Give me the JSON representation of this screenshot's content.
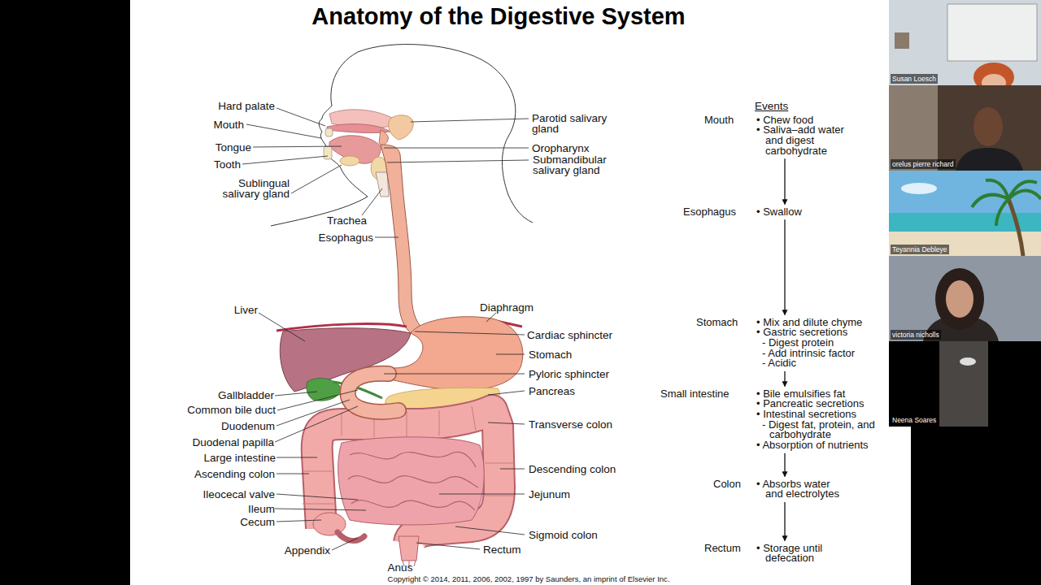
{
  "diagram": {
    "title": "Anatomy of the Digestive System",
    "caption": "Copyright © 2014, 2011, 2006, 2002, 1997 by Saunders, an imprint of Elsevier Inc.",
    "nodes": [
      {
        "text": [
          "Mouth",
          "• Chew food",
          "• Saliva–add water and digest carbohydrate"
        ]
      },
      {
        "text": [
          "Esophagus",
          "• Swallow"
        ]
      },
      {
        "text": [
          "Stomach",
          "• Mix and dilute chyme",
          "• Gastric secretions",
          "- Digest protein",
          "- Add intrinsic factor",
          "- Acidic"
        ]
      },
      {
        "text": [
          "Small intestine",
          "• Bile emulsifies fat",
          "• Pancreatic secretions",
          "• Intestinal secretions",
          "- Digest fat, protein, and carbohydrate",
          "• Absorption of nutrients"
        ]
      },
      {
        "text": [
          "Colon",
          "• Absorbs water and electrolytes"
        ]
      },
      {
        "text": [
          "Rectum",
          "• Storage until defecation"
        ]
      },
      {
        "text": [
          "Susan Loesch"
        ]
      },
      {
        "text": [
          "orelus pierre richard"
        ]
      },
      {
        "text": [
          "Teyannia Debleye"
        ]
      },
      {
        "text": [
          "victoria nicholls"
        ]
      },
      {
        "text": [
          "Neena Soares"
        ]
      }
    ],
    "edges": [
      {
        "from": 0,
        "to": 1,
        "arrow": "to"
      },
      {
        "from": 1,
        "to": 2,
        "arrow": "to"
      },
      {
        "from": 2,
        "to": 3,
        "arrow": "to"
      },
      {
        "from": 3,
        "to": 4,
        "arrow": "to"
      },
      {
        "from": 4,
        "to": 5,
        "arrow": "to"
      }
    ],
    "labels": [
      "Hard palate",
      "Mouth",
      "Tongue",
      "Tooth",
      "Sublingual salivary gland",
      "Trachea",
      "Esophagus",
      "Parotid salivary gland",
      "Oropharynx",
      "Submandibular salivary gland",
      "Liver",
      "Diaphragm",
      "Cardiac sphincter",
      "Stomach",
      "Pyloric sphincter",
      "Pancreas",
      "Gallbladder",
      "Common bile duct",
      "Duodenum",
      "Duodenal papilla",
      "Large intestine",
      "Ascending colon",
      "Ileocecal valve",
      "Ileum",
      "Cecum",
      "Appendix",
      "Anus",
      "Transverse colon",
      "Descending colon",
      "Jejunum",
      "Sigmoid colon",
      "Rectum",
      "Events"
    ]
  }
}
